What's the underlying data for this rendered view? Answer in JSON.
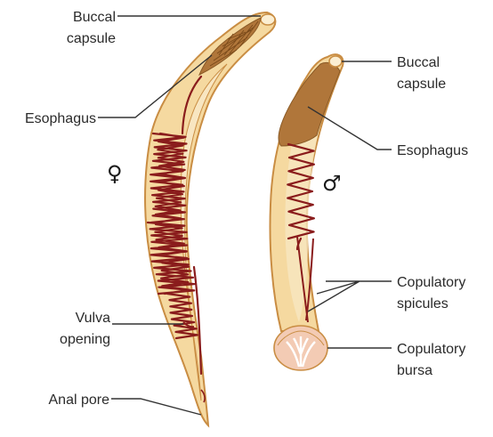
{
  "colors": {
    "body_fill": "#f5d9a0",
    "body_outline": "#c98d43",
    "inner_light": "#f8e6c1",
    "esophagus_fill": "#b0763a",
    "organ_line": "#8a1c1c",
    "bursa_fill": "#f3cbb4",
    "leader_line": "#333333",
    "label_text": "#2b2b2b"
  },
  "female": {
    "symbol": "♀",
    "labels": {
      "buccal_capsule": [
        "Buccal",
        "capsule"
      ],
      "esophagus": "Esophagus",
      "vulva_opening": [
        "Vulva",
        "opening"
      ],
      "anal_pore": "Anal pore"
    }
  },
  "male": {
    "symbol": "♂",
    "labels": {
      "buccal_capsule": [
        "Buccal",
        "capsule"
      ],
      "esophagus": "Esophagus",
      "copulatory_spicules": [
        "Copulatory",
        "spicules"
      ],
      "copulatory_bursa": [
        "Copulatory",
        "bursa"
      ]
    }
  }
}
